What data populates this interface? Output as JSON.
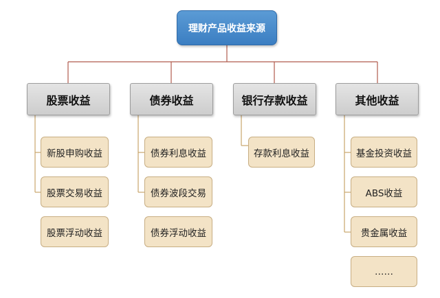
{
  "root": {
    "label": "理财产品收益来源"
  },
  "categories": [
    {
      "label": "股票收益",
      "items": [
        "新股申购收益",
        "股票交易收益",
        "股票浮动收益"
      ]
    },
    {
      "label": "债券收益",
      "items": [
        "债券利息收益",
        "债券波段交易",
        "债券浮动收益"
      ]
    },
    {
      "label": "银行存款收益",
      "items": [
        "存款利息收益"
      ]
    },
    {
      "label": "其他收益",
      "items": [
        "基金投资收益",
        "ABS收益",
        "贵金属收益",
        "……"
      ]
    }
  ],
  "colors": {
    "root_fill": "#4a8cd0",
    "category_fill": "#d9d9d9",
    "leaf_fill": "#f3e3c6",
    "connector_root": "#b05a4c",
    "connector_branch": "#c9a56a"
  }
}
